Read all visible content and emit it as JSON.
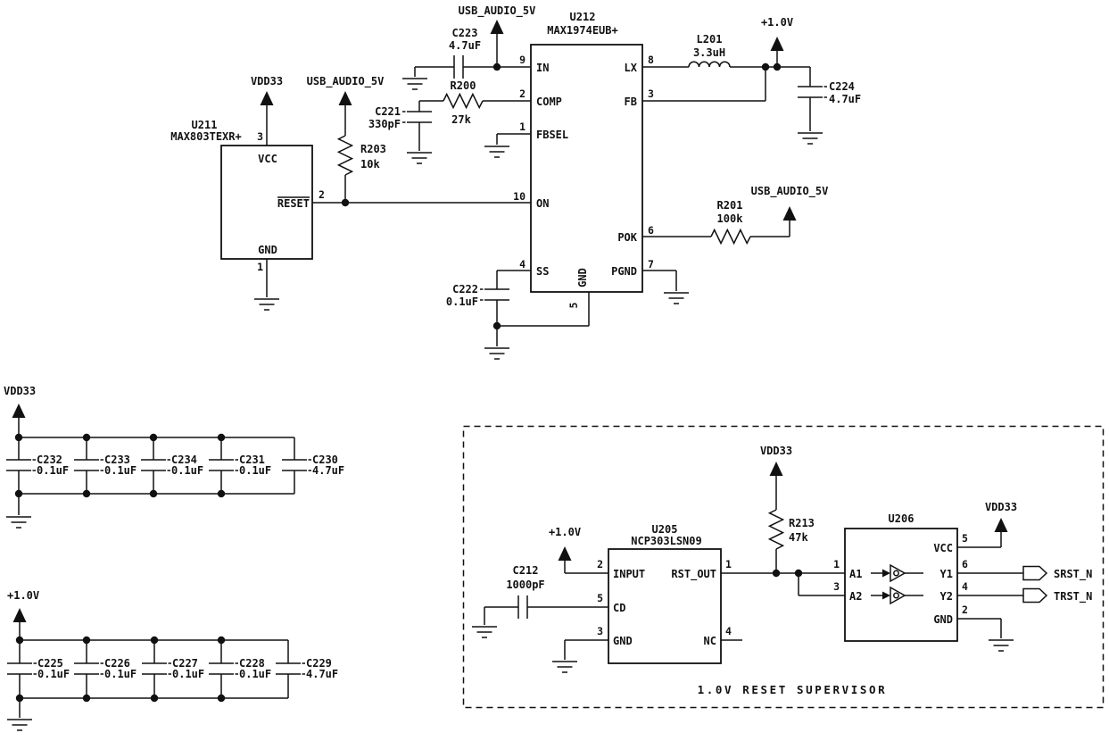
{
  "title": "1.0V RESET SUPERVISOR",
  "power_nets": {
    "vdd33": "VDD33",
    "usb_audio_5v": "USB_AUDIO_5V",
    "plus1v0": "+1.0V"
  },
  "connectors": {
    "srst_n": "SRST_N",
    "trst_n": "TRST_N"
  },
  "ics": {
    "u211": {
      "ref": "U211",
      "part": "MAX803TEXR+",
      "pins": {
        "vcc": {
          "n": "3",
          "name": "VCC"
        },
        "reset": {
          "n": "2",
          "name": "RESET"
        },
        "gnd": {
          "n": "1",
          "name": "GND"
        }
      }
    },
    "u212": {
      "ref": "U212",
      "part": "MAX1974EUB+",
      "pins": {
        "in": {
          "n": "9",
          "name": "IN"
        },
        "comp": {
          "n": "2",
          "name": "COMP"
        },
        "fbsel": {
          "n": "1",
          "name": "FBSEL"
        },
        "on": {
          "n": "10",
          "name": "ON"
        },
        "ss": {
          "n": "4",
          "name": "SS"
        },
        "gnd": {
          "n": "5",
          "name": "GND"
        },
        "lx": {
          "n": "8",
          "name": "LX"
        },
        "fb": {
          "n": "3",
          "name": "FB"
        },
        "pok": {
          "n": "6",
          "name": "POK"
        },
        "pgnd": {
          "n": "7",
          "name": "PGND"
        }
      }
    },
    "u205": {
      "ref": "U205",
      "part": "NCP303LSN09",
      "pins": {
        "input": {
          "n": "2",
          "name": "INPUT"
        },
        "cd": {
          "n": "5",
          "name": "CD"
        },
        "gnd": {
          "n": "3",
          "name": "GND"
        },
        "rst_out": {
          "n": "1",
          "name": "RST_OUT"
        },
        "nc": {
          "n": "4",
          "name": "NC"
        }
      }
    },
    "u206": {
      "ref": "U206",
      "pins": {
        "a1": {
          "n": "1",
          "name": "A1"
        },
        "a2": {
          "n": "3",
          "name": "A2"
        },
        "vcc": {
          "n": "5",
          "name": "VCC"
        },
        "y1": {
          "n": "6",
          "name": "Y1"
        },
        "y2": {
          "n": "4",
          "name": "Y2"
        },
        "gnd": {
          "n": "2",
          "name": "GND"
        }
      }
    }
  },
  "resistors": {
    "r200": {
      "ref": "R200",
      "value": "27k"
    },
    "r201": {
      "ref": "R201",
      "value": "100k"
    },
    "r203": {
      "ref": "R203",
      "value": "10k"
    },
    "r213": {
      "ref": "R213",
      "value": "47k"
    }
  },
  "inductors": {
    "l201": {
      "ref": "L201",
      "value": "3.3uH"
    }
  },
  "capacitors": {
    "c212": {
      "ref": "C212",
      "value": "1000pF"
    },
    "c221": {
      "ref": "C221",
      "value": "330pF"
    },
    "c222": {
      "ref": "C222",
      "value": "0.1uF"
    },
    "c223": {
      "ref": "C223",
      "value": "4.7uF"
    },
    "c224": {
      "ref": "C224",
      "value": "4.7uF"
    },
    "c225": {
      "ref": "C225",
      "value": "0.1uF"
    },
    "c226": {
      "ref": "C226",
      "value": "0.1uF"
    },
    "c227": {
      "ref": "C227",
      "value": "0.1uF"
    },
    "c228": {
      "ref": "C228",
      "value": "0.1uF"
    },
    "c229": {
      "ref": "C229",
      "value": "4.7uF"
    },
    "c230": {
      "ref": "C230",
      "value": "4.7uF"
    },
    "c231": {
      "ref": "C231",
      "value": "0.1uF"
    },
    "c232": {
      "ref": "C232",
      "value": "0.1uF"
    },
    "c233": {
      "ref": "C233",
      "value": "0.1uF"
    },
    "c234": {
      "ref": "C234",
      "value": "0.1uF"
    }
  },
  "colors": {
    "line": "#111111",
    "background": "#ffffff"
  }
}
